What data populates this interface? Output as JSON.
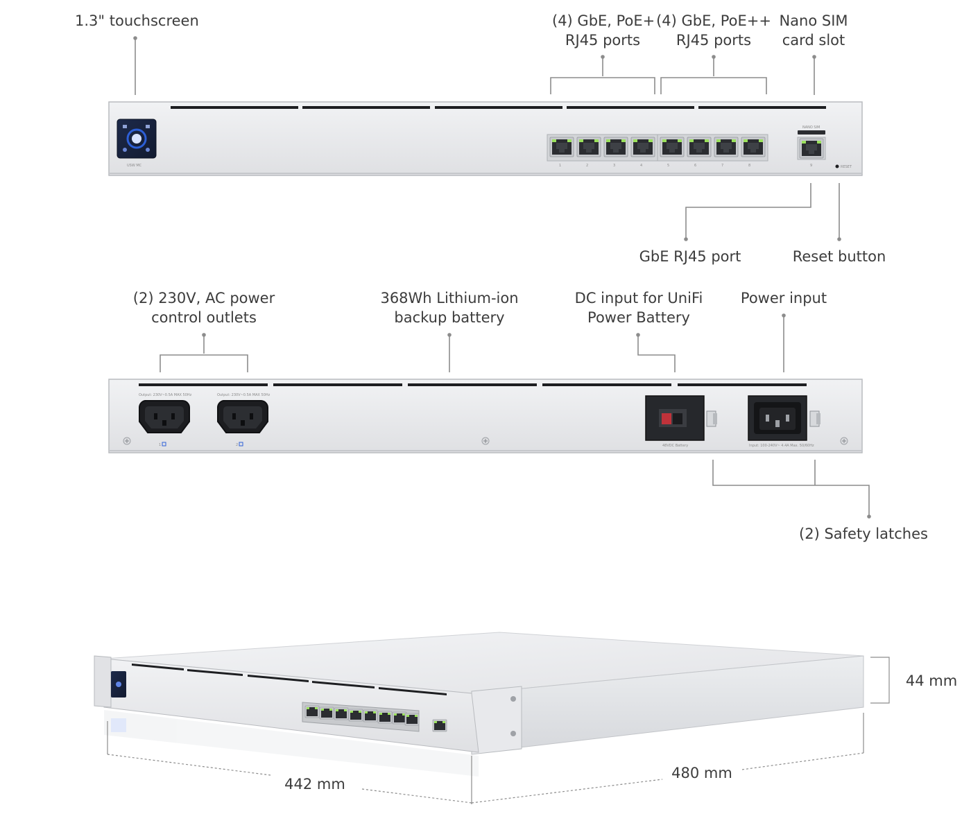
{
  "front_panel": {
    "callouts": {
      "touchscreen": "1.3\" touchscreen",
      "poe_plus_ports": [
        "(4) GbE, PoE+",
        "RJ45 ports"
      ],
      "poe_plusplus_ports": [
        "(4) GbE, PoE++",
        "RJ45 ports"
      ],
      "nano_sim": [
        "Nano SIM",
        "card slot"
      ],
      "gbe_port": "GbE RJ45 port",
      "reset_button": "Reset button"
    },
    "printed": {
      "model": "USW MC",
      "sim_label": "NANO SIM",
      "reset_label": "RESET",
      "port_labels": [
        "1",
        "2",
        "3",
        "4",
        "5",
        "6",
        "7",
        "8"
      ],
      "uplink_label": "9"
    }
  },
  "rear_panel": {
    "callouts": {
      "ac_outlets": [
        "(2) 230V, AC power",
        "control outlets"
      ],
      "battery": [
        "368Wh Lithium-ion",
        "backup battery"
      ],
      "dc_input": [
        "DC input for UniFi",
        "Power Battery"
      ],
      "power_input": "Power input",
      "safety_latches": "(2) Safety latches"
    },
    "printed": {
      "outlet_rating": "Output: 230V~0.5A MAX 50Hz",
      "outlet_numbers": [
        "1",
        "2"
      ],
      "dc_label": "48VDC Battery",
      "ac_label": "Input: 100-240V~ 4.4A Max. 50/60Hz"
    }
  },
  "dimensions": {
    "height": "44 mm",
    "width": "442 mm",
    "depth": "480 mm"
  },
  "colors": {
    "chassis": "#e6e7e9",
    "port_green": "#9be15d",
    "screen_blue": "#2d5fd6",
    "leader_line": "#8c8c8c"
  }
}
